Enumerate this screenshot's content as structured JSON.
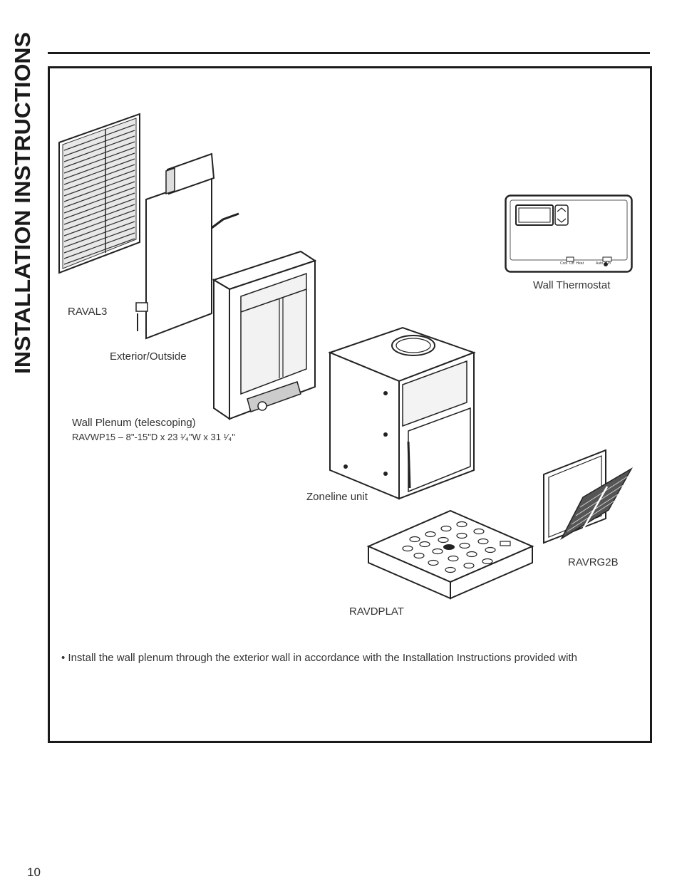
{
  "header": {
    "side_title": "INSTALLATION INSTRUCTIONS"
  },
  "figure": {
    "labels": {
      "raval": "RAVAL3",
      "exterior": "Exterior/Outside",
      "plenum_title": "Wall Plenum (telescoping)",
      "plenum_model": "RAVWP15 – 8\"-15\"D x 23 ¹⁄₄\"W x 31 ¹⁄₄\"",
      "thermostat": "Wall Thermostat",
      "zoneline": "Zoneline unit",
      "ravrg": "RAVRG2B",
      "ravdplat": "RAVDPLAT"
    },
    "thermostat_switches": {
      "mode": "Cool  Off  Heat",
      "fan": "Auto   On"
    }
  },
  "body": {
    "bullet_1": "• Install the wall plenum through the exterior wall in accordance with the Installation Instructions provided with"
  },
  "footer": {
    "page_number": "10"
  }
}
